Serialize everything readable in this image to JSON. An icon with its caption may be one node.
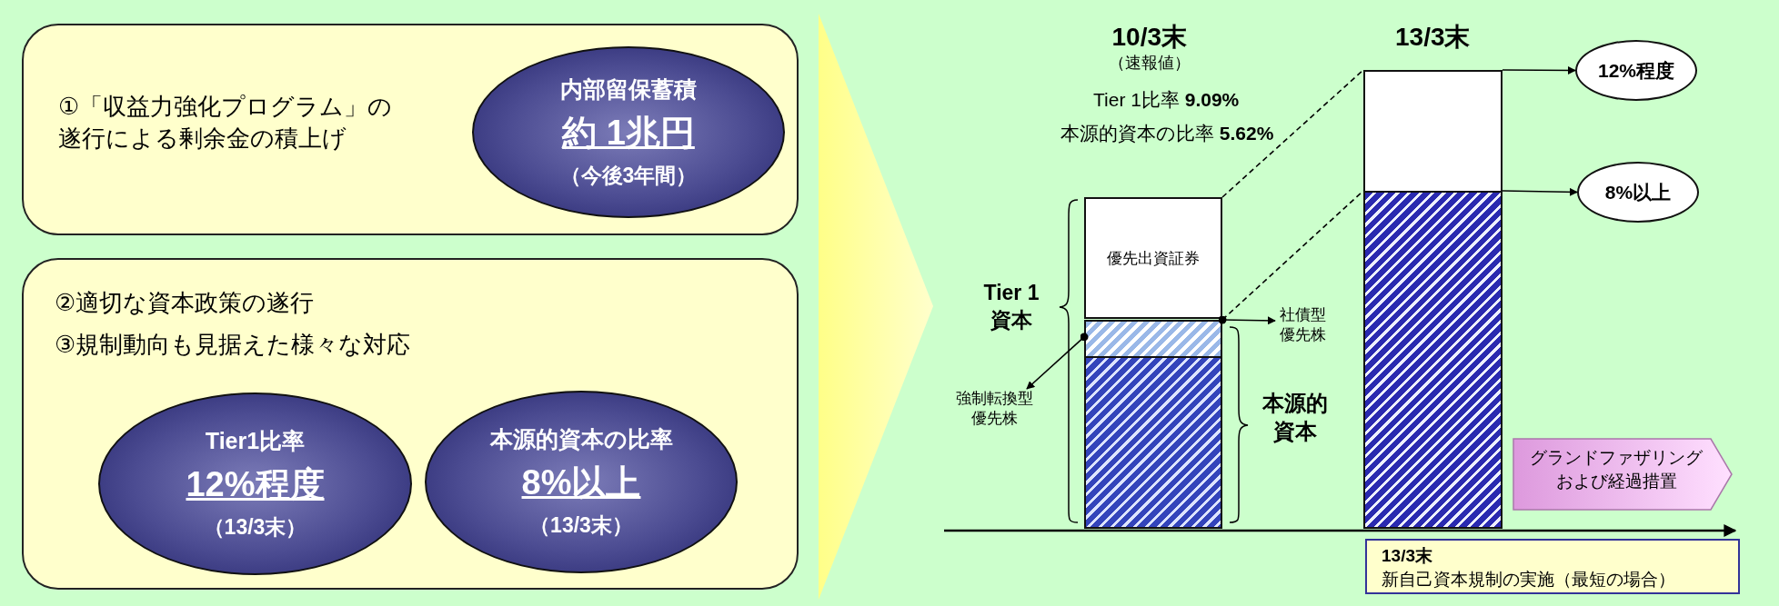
{
  "diagram": {
    "nodes": [
      {
        "text": [
          "①「収益力強化プログラム」の遂行による剰余金の積上げ"
        ]
      },
      {
        "text": [
          "内部留保蓄積",
          "約 1兆円",
          "（今後3年間）"
        ],
        "in": 0
      },
      {
        "text": [
          "②適切な資本政策の遂行",
          "③規制動向も見据えた様々な対応"
        ]
      },
      {
        "text": [
          "Tier1比率",
          "12%程度",
          "（13/3末）"
        ],
        "in": 2
      },
      {
        "text": [
          "本源的資本の比率",
          "8%以上",
          "（13/3末）"
        ],
        "in": 2
      },
      {
        "text": [
          "優先出資証券"
        ]
      },
      {
        "text": [],
        "shape": "bar"
      },
      {
        "text": [],
        "shape": "bar"
      },
      {
        "text": [],
        "shape": "bar",
        "beside": [
          "13/3末"
        ]
      },
      {
        "text": [],
        "shape": "bar"
      },
      {
        "text": [
          "社債型優先株"
        ]
      },
      {
        "text": [
          "強制転換型優先株"
        ]
      },
      {
        "text": [
          "12%程度"
        ]
      },
      {
        "text": [
          "8%以上"
        ]
      },
      {
        "text": [
          "グランドファザリングおよび経過措置"
        ]
      },
      {
        "text": [
          "13/3末",
          "新自己資本規制の実施（最短の場合）"
        ]
      }
    ],
    "edges": [
      {
        "from": 6,
        "to": 11,
        "arrow": "to"
      },
      {
        "from": 6,
        "to": 10,
        "arrow": "to"
      },
      {
        "from": 5,
        "to": 8,
        "arrow": "none",
        "style": "dashed"
      },
      {
        "from": 6,
        "to": 9,
        "arrow": "none",
        "style": "dashed"
      },
      {
        "from": 8,
        "to": 12,
        "arrow": "to"
      },
      {
        "from": 9,
        "to": 13,
        "arrow": "to"
      }
    ],
    "labels": [
      "10/3末",
      "（速報値）",
      "Tier 1比率 **9.09%**",
      "本源的資本の比率 **5.62%**",
      "Tier 1 資本",
      "本源的資本"
    ]
  }
}
